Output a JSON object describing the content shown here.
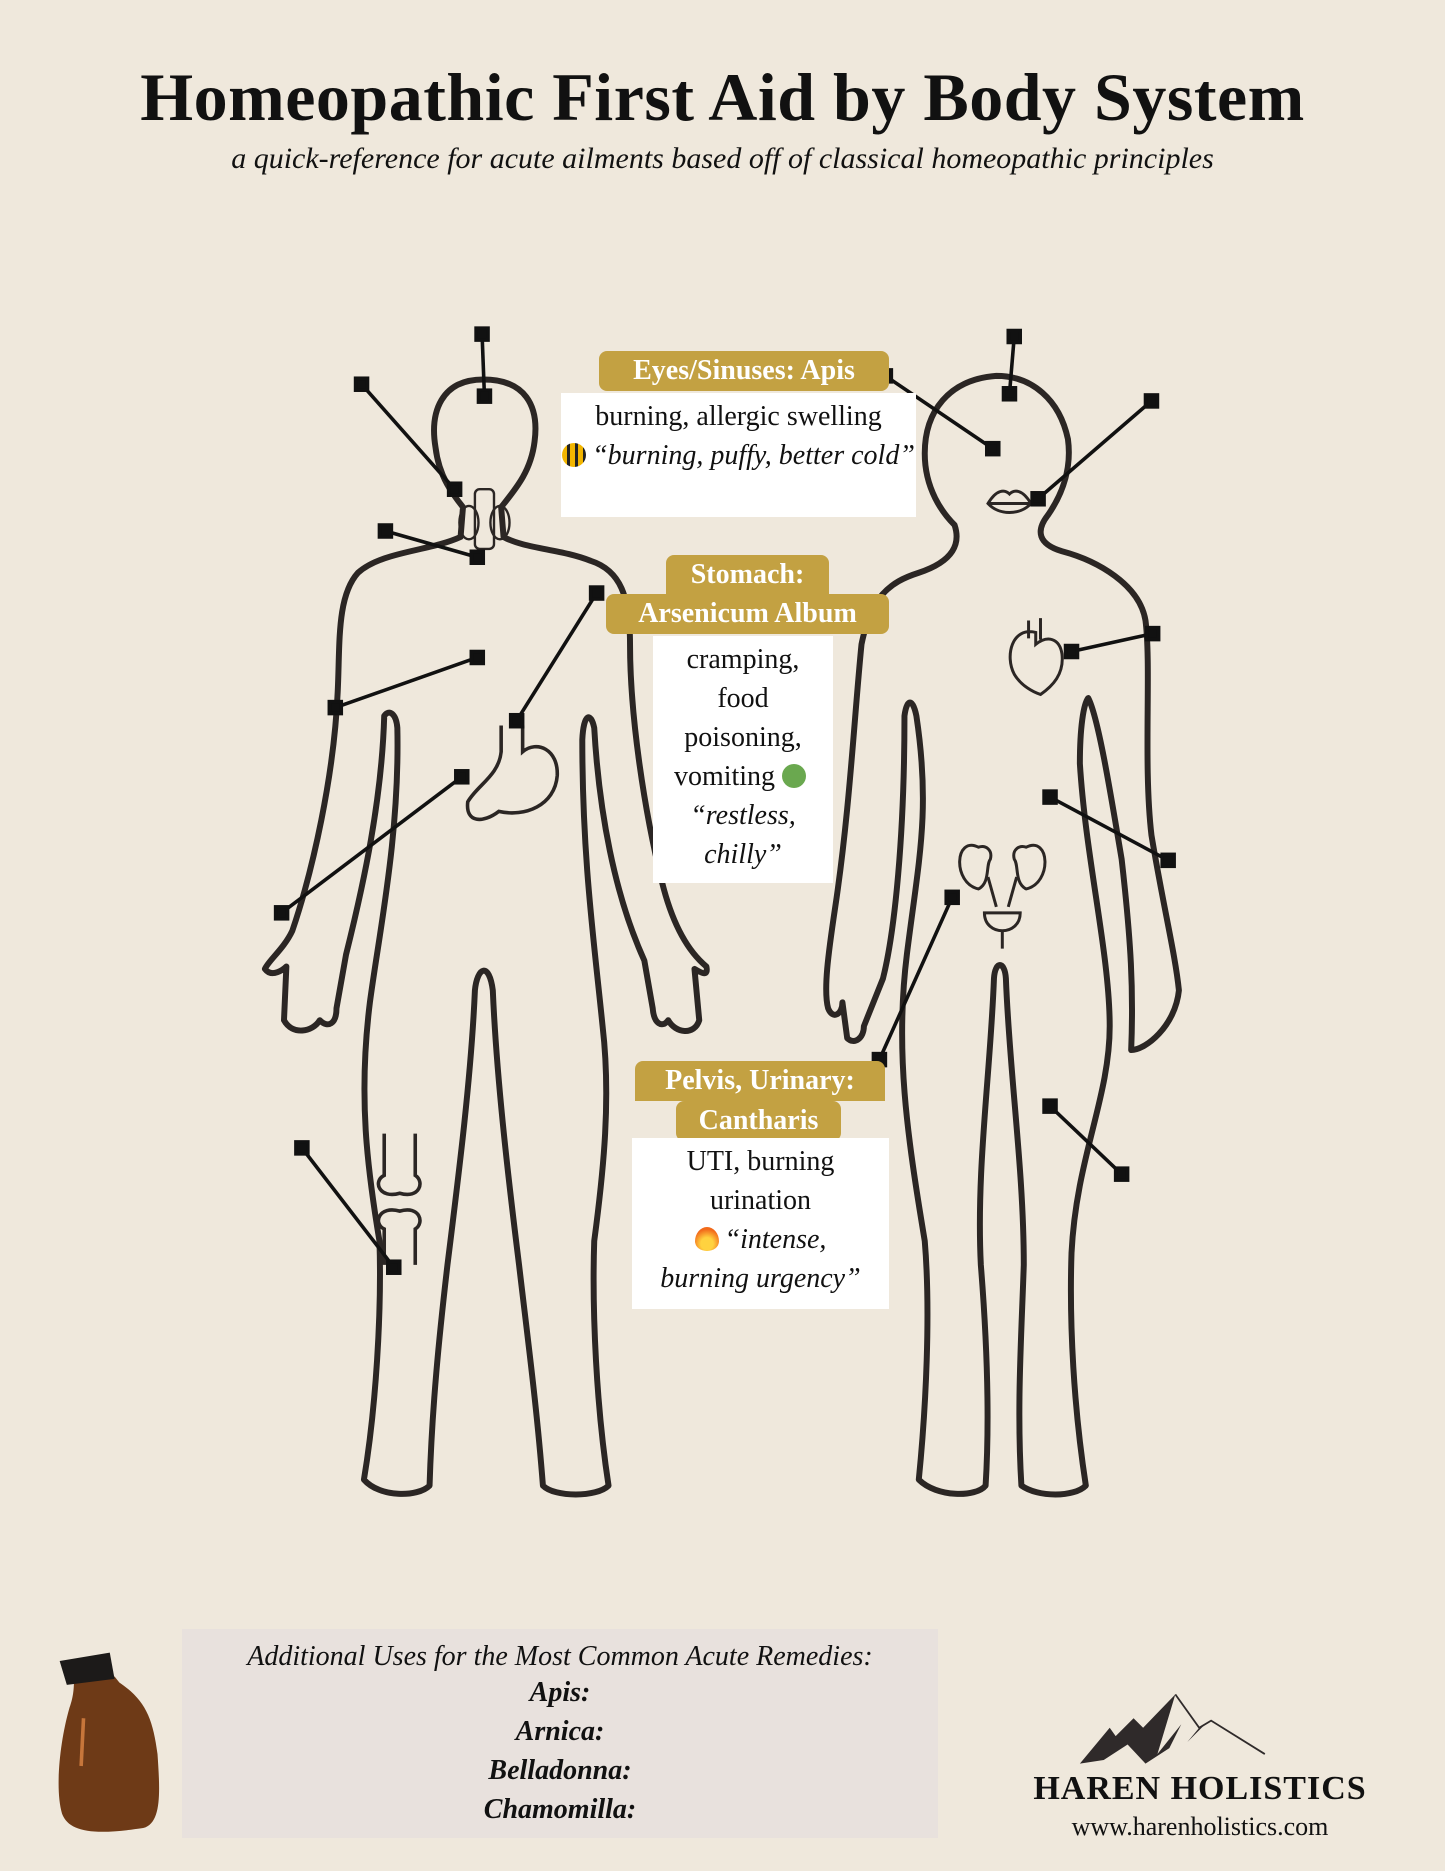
{
  "header": {
    "title": "Homeopathic First Aid by Body System",
    "subtitle": "a quick-reference for acute ailments based off of classical homeopathic principles"
  },
  "callouts": {
    "eyes": {
      "label": "Eyes/Sinuses: Apis",
      "symptoms": "burning, allergic swelling",
      "icon": "bee-icon",
      "keynote": "“burning, puffy, better cold”"
    },
    "stomach": {
      "label_line1": "Stomach:",
      "label_line2": "Arsenicum Album",
      "symptoms": [
        "cramping,",
        "food",
        "poisoning,",
        "vomiting"
      ],
      "icon": "nauseated-face-icon",
      "keynote": [
        "“restless,",
        "chilly”"
      ]
    },
    "pelvis": {
      "label_line1": "Pelvis, Urinary:",
      "label_line2": "Cantharis",
      "symptoms": [
        "UTI, burning",
        "urination"
      ],
      "icon": "fire-icon",
      "keynote": [
        "“intense,",
        "burning urgency”"
      ]
    }
  },
  "additional": {
    "heading": "Additional Uses for the Most Common Acute Remedies:",
    "remedies": [
      "Apis:",
      "Arnica:",
      "Belladonna:",
      "Chamomilla:"
    ]
  },
  "brand": {
    "name": "HAREN HOLISTICS",
    "url": "www.harenholistics.com"
  },
  "colors": {
    "background": "#efe8dc",
    "badge": "#c3a142",
    "outline": "#2b2624",
    "bottle": "#6e3a17"
  }
}
